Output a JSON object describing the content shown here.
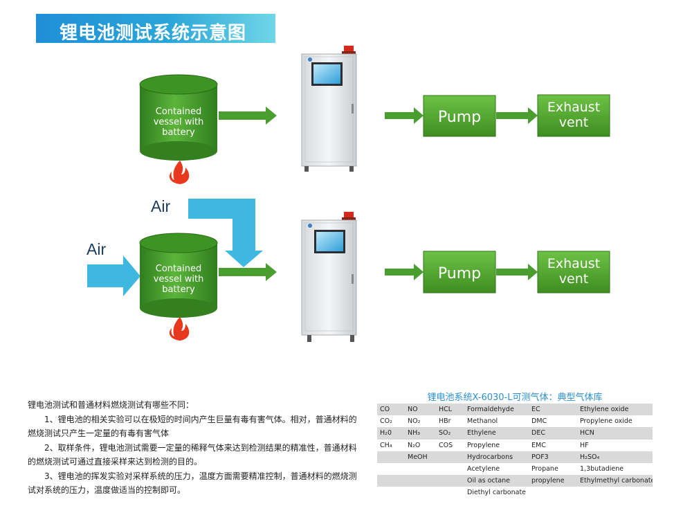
{
  "header": {
    "title": "锂电池测试系统示意图"
  },
  "diagram": {
    "vessel_label": [
      "Contained",
      "vessel with",
      "battery"
    ],
    "pump_label": "Pump",
    "exhaust_label": [
      "Exhaust",
      "vent"
    ],
    "air_label": "Air",
    "colors": {
      "green": "#4a9e2f",
      "blue": "#3eb8e0",
      "fire": "#e8381e"
    }
  },
  "notes": {
    "heading": "锂电池测试和普通材料燃烧测试有哪些不同：",
    "point1": "1、锂电池的相关实验可以在极短的时间内产生巨量有毒有害气体。相对，普通材料的燃烧测试只产生一定量的有毒有害气体",
    "point2": "2、取样条件，锂电池测试需要一定量的稀释气体来达到检测结果的精准性，普通材料的燃烧测试可通过直接采样来达到检测的目的。",
    "point3": "3、锂电池的挥发实验对采样系统的压力，温度方面需要精准控制，普通材料的燃烧测试对系统的压力，温度做适当的控制即可。"
  },
  "gas_table": {
    "title": "锂电池系统X-6030-L可测气体：典型气体库",
    "rows": [
      [
        "CO",
        "NO",
        "HCL",
        "Formaldehyde",
        "EC",
        "Ethylene oxide"
      ],
      [
        "CO₂",
        "NO₂",
        "HBr",
        "Methanol",
        "DMC",
        "Propylene oxide"
      ],
      [
        "H₂0",
        "NH₃",
        "SO₂",
        "Ethylene",
        "DEC",
        "HCN"
      ],
      [
        "CH₄",
        "N₂O",
        "COS",
        "Propylene",
        "EMC",
        "HF"
      ],
      [
        "",
        "MeOH",
        "",
        "Hydrocarbons",
        "POF3",
        "H₂SO₄"
      ],
      [
        "",
        "",
        "",
        "Acetylene",
        "Propane",
        "1,3butadiene"
      ],
      [
        "",
        "",
        "",
        "Oil as octane",
        "propylene",
        "Ethylmethyl carbonate"
      ],
      [
        "",
        "",
        "",
        "Diethyl carbonate",
        "",
        ""
      ]
    ]
  }
}
